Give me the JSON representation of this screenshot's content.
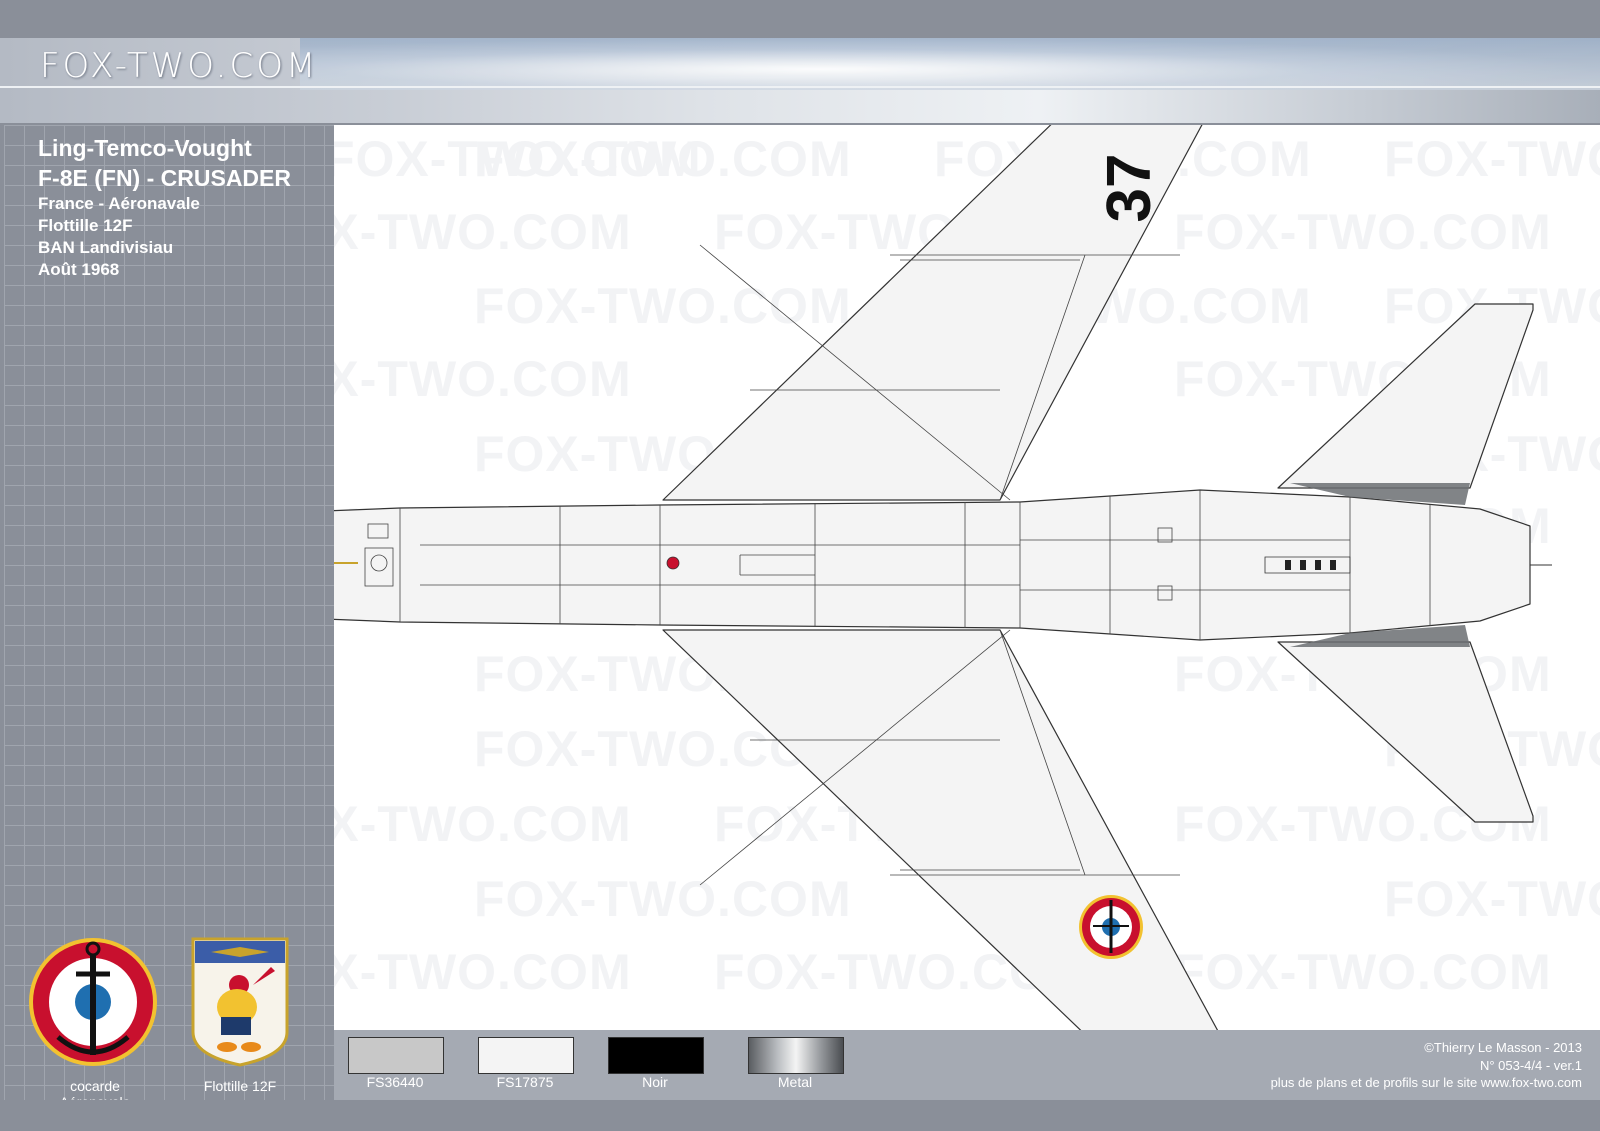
{
  "site_logo": "FOX-TWO.COM",
  "watermark": "FOX-TWO.COM",
  "title": {
    "manufacturer": "Ling-Temco-Vought",
    "model": "F-8E (FN) - CRUSADER",
    "country": "France - Aéronavale",
    "unit": "Flottille 12F",
    "base": "BAN Landivisiau",
    "date": "Août 1968"
  },
  "aircraft_number": "37",
  "insignia": {
    "cocarde_label_1": "cocarde",
    "cocarde_label_2": "Aéronavale",
    "flottille_label": "Flottille 12F"
  },
  "swatches": [
    {
      "label": "FS36440",
      "color": "#c8c8c8"
    },
    {
      "label": "FS17875",
      "color": "#f4f4f4"
    },
    {
      "label": "Noir",
      "color": "#000000"
    },
    {
      "label": "Metal",
      "color": "metal"
    }
  ],
  "credits": {
    "author": "©Thierry Le Masson - 2013",
    "version": "N° 053-4/4   -   ver.1",
    "more": "plus de plans et de profils sur le site www.fox-two.com"
  },
  "colors": {
    "cocarde_red": "#c8102e",
    "cocarde_blue": "#1f6fb0",
    "cocarde_yellow": "#f2c230",
    "aircraft_fill": "#f4f4f4",
    "line": "#333333"
  }
}
